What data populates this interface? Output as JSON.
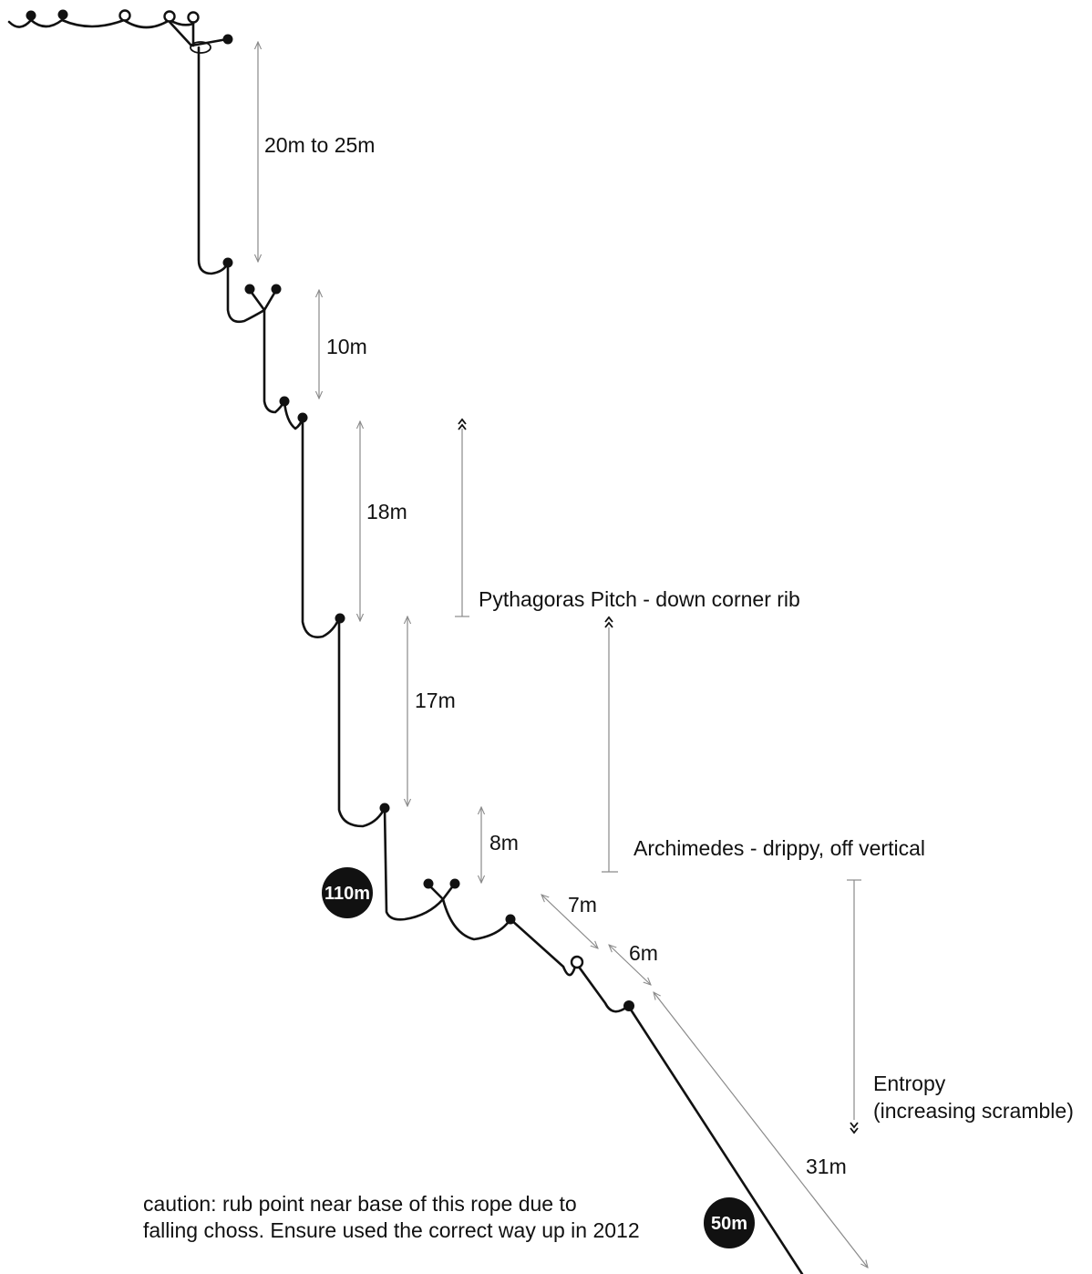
{
  "dimensions": {
    "d1": "20m to 25m",
    "d2": "10m",
    "d3": "18m",
    "d4": "17m",
    "d5": "8m",
    "d6": "7m",
    "d7": "6m",
    "d8": "31m"
  },
  "pitches": {
    "pythagoras": "Pythagoras Pitch - down corner rib",
    "archimedes": "Archimedes - drippy, off vertical",
    "entropy_line1": "Entropy",
    "entropy_line2": "(increasing scramble)"
  },
  "badges": {
    "upper": "110m",
    "lower": "50m"
  },
  "note": {
    "line1": "caution: rub point near base of this rope due to",
    "line2": "falling choss. Ensure used the correct way up in 2012"
  }
}
